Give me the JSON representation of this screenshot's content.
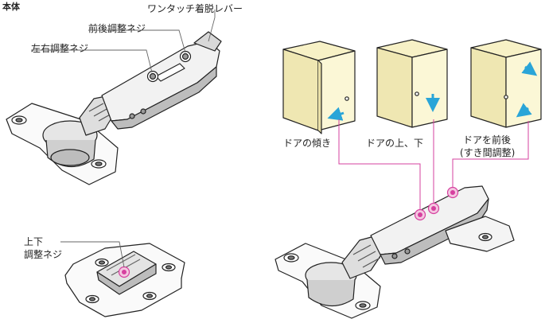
{
  "labels": {
    "main_body": "本体",
    "one_touch_lever": "ワンタッチ着脱レバー",
    "front_back_screw": "前後調整ネジ",
    "left_right_screw": "左右調整ネジ",
    "updown_line1": "上下",
    "updown_line2": "調整ネジ",
    "door_tilt": "ドアの傾き",
    "door_updown": "ドアの上、下",
    "door_frontback_line1": "ドアを前後",
    "door_frontback_line2": "(すき間調整)"
  },
  "colors": {
    "line": "#222222",
    "leader_pink": "#d6409f",
    "arrow_blue": "#2aa5d8",
    "cabinet_front": "#fbf7d6",
    "cabinet_side": "#efe7b2",
    "cabinet_top": "#f7f1c6",
    "metal_shade": "#9a9a9a",
    "metal_light": "#e2e2e2"
  }
}
